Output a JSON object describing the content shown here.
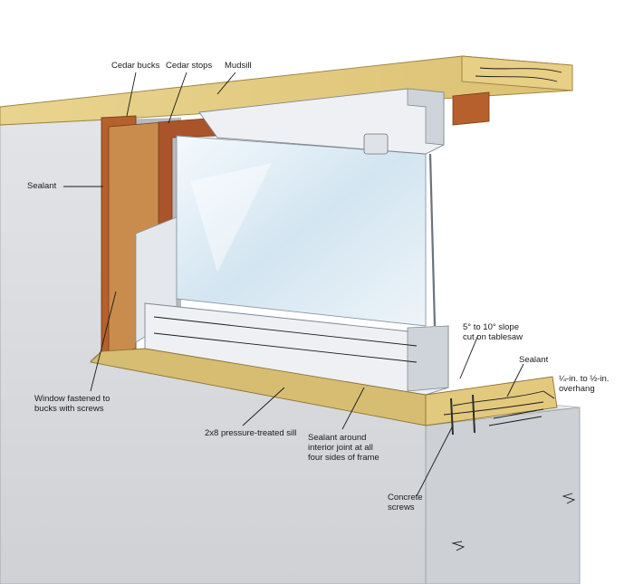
{
  "labels": {
    "cedar_bucks": "Cedar bucks",
    "cedar_stops": "Cedar stops",
    "mudsill": "Mudsill",
    "sealant_left": "Sealant",
    "window_fastened": "Window fastened to\nbucks with screws",
    "pressure_sill": "2x8 pressure-treated sill",
    "sealant_joint": "Sealant around\ninterior joint at all\nfour sides of frame",
    "concrete_screws": "Concrete\nscrews",
    "slope": "5° to 10° slope\ncut on tablesaw",
    "sealant_right": "Sealant",
    "overhang": "¼-in. to ½-in.\noverhang"
  },
  "colors": {
    "concrete": "#d9dadd",
    "concrete_shade": "#c3c5ca",
    "lumber": "#e6d08a",
    "lumber_dark": "#c9ac5e",
    "cedar": "#b8612e",
    "cedar_dark": "#8f4a22",
    "frame": "#eef0f3",
    "frame_shade": "#c7ccd3",
    "glass": "#dbe9f3"
  }
}
